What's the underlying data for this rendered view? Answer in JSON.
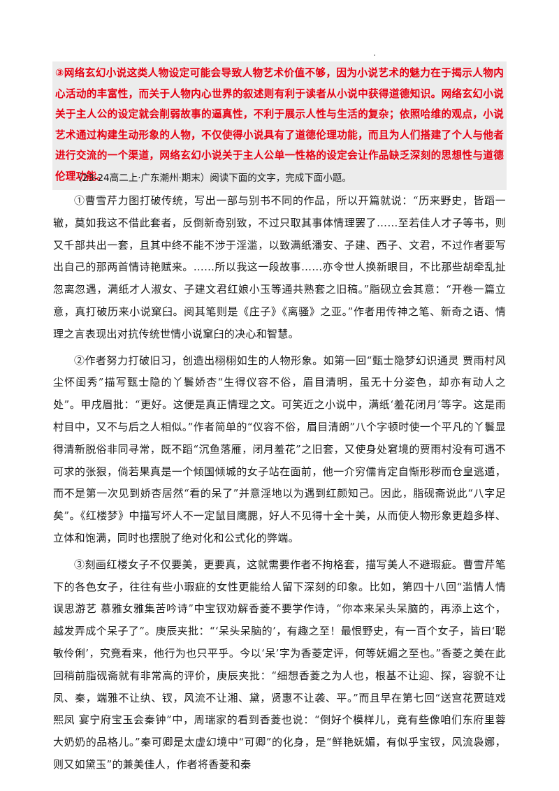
{
  "answer": {
    "text": "③网络玄幻小说这类人物设定可能会导致人物艺术价值不够，因为小说艺术的魅力在于揭示人物内心活动的丰富性，而关于人物内心世界的叙述则有利于读者从小说中获得道德知识。网络玄幻小说关于主人公的设定就会削弱故事的逼真性，不利于展示人性与生活的复杂；依照哈维的观点，小说艺术通过构建生动形象的人物，不仅使得小说具有了道德伦理功能，而且为人们搭建了个人与他者进行交流的一个渠道，网络玄幻小说关于主人公单一性格的设定会让作品缺乏深刻的思想性与道德伦理功能。",
    "text_color": "#e60012",
    "background": "#ececec"
  },
  "source_line": "（23-24高二上·广东潮州·期末）阅读下面的文字，完成下面小题。",
  "paragraphs": [
    "①曹雪芹力图打破传统，写出一部与别书不同的作品，所以开篇就说：“历来野史，皆蹈一辙，莫如我这不借此套者，反倒新奇别致，不过只取其事体情理罢了……至若佳人才子等书，则又千部共出一套，且其中终不能不涉于淫滥，以致满纸潘安、子建、西子、文君，不过作者要写出自己的那两首情诗艳赋来。……所以我这一段故事……亦令世人换新眼目，不比那些胡牵乱扯忽离忽遇，满纸才人淑女、子建文君红娘小玉等通共熟套之旧稿。”脂砚立会其意：“开卷一篇立意，真打破历来小说窠臼。阅其笔则是《庄子》《离骚》之亚。”作者用传神之笔、新奇之语、情理之言表现出对抗传统世情小说窠臼的决心和智慧。",
    "②作者努力打破旧习，创造出栩栩如生的人物形象。如第一回“甄士隐梦幻识通灵 贾雨村风尘怀闺秀”描写甄士隐的丫鬟娇杏“生得仪容不俗，眉目清明，虽无十分姿色，却亦有动人之处”。甲戌眉批：“更好。这便是真正情理之文。可笑近之小说中，满纸‘羞花闭月’等字。这是雨村目中，又不与后之人相似。”作者简单的“仪容不俗，眉目清朗”八个字顿时使一个平凡的丫鬟显得清新脱俗非同寻常，既不蹈“沉鱼落雁，闭月羞花”之旧套，又使身处窘境的贾雨村没有可遇不可求的张狠，倘若果真是一个倾国倾城的女子站在面前，他一介穷儒肯定自惭形秽而仓皇逃遁，而不是第一次见到娇杏居然“看的呆了”并意淫地以为遇到红颜知己。因此，脂砚斋说此“八字足矣”。《红楼梦》中描写坏人不一定鼠目鹰腮，好人不见得十全十美，从而使人物形象更趋多样、立体和饱满，同时也摆脱了绝对化和公式化的弊端。",
    "③刻画红楼女子不仅要美，更要真，这就需要作者不拘格套，描写美人不避瑕疵。曹雪芹笔下的各色女子，往往有些小瑕疵的女性更能给人留下深刻的印象。比如，第四十八回“滥情人情误思游艺 慕雅女雅集苦吟诗”中宝钗劝解香菱不要学作诗，“你本来呆头呆脑的，再添上这个，越发弄成个呆子了”。庚辰夹批：“‘呆头呆脑的’，有趣之至！最恨野史，有一百个女子，皆曰‘聪敏伶俐’，究竟看来，他行为也只平乎。今以‘呆’字为香菱定评，何等妩媚之至也。”香菱之美在此回稍前脂砚斋就有非常高的评价，庚辰夹批：“细想香菱之为人也，根基不让迎、探，容貌不让凤、秦，端雅不让纨、钗，风流不让湘、黛，贤惠不让袭、平。”而且早在第七回“送宫花贾琏戏熙凤 宴宁府宝玉会秦钟”中，周瑞家的看到香菱也说：“倒好个模样儿，竟有些像咱们东府里蓉大奶奶的品格儿。”秦可卿是太虚幻境中“可卿”的化身，是“鲜艳妩媚，有似乎宝钗，风流袅娜，则又如黛玉”的兼美佳人，作者将香菱和秦"
  ]
}
